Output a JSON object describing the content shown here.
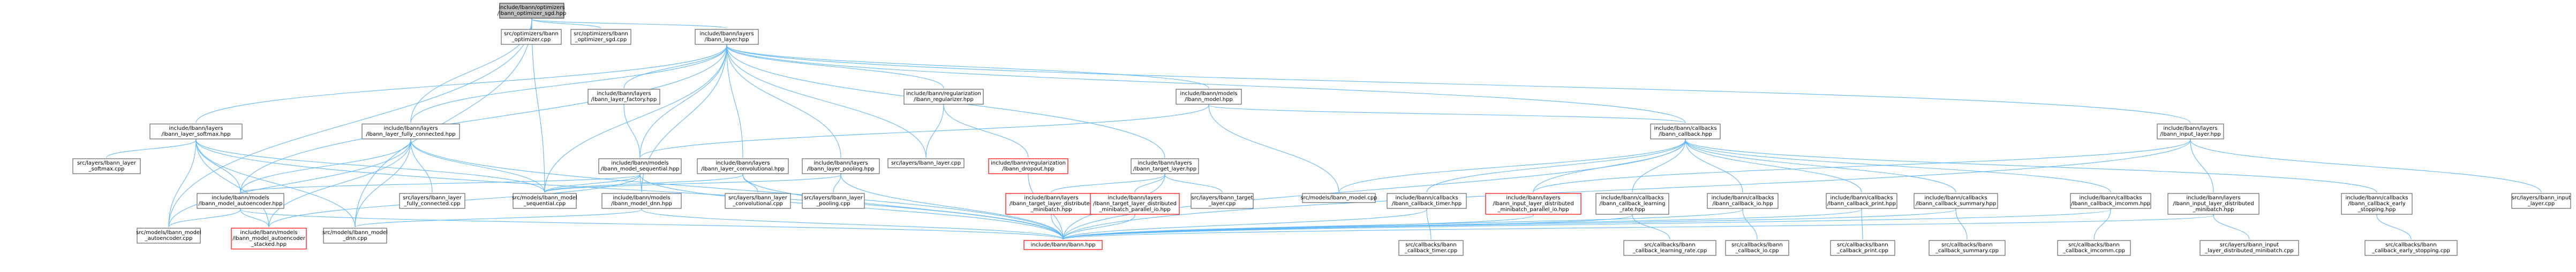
{
  "graph": {
    "colors": {
      "node_border": "#666666",
      "node_fill": "#ffffff",
      "root_fill": "#bfbfbf",
      "root_border": "#404040",
      "missing_border": "#ff0000",
      "edge_color": "#63b8ff",
      "edge_dark": "#191970",
      "arrow_color": "#63b8ff"
    },
    "nodes": [
      {
        "id": "root",
        "lines": [
          "include/lbann/optimizers",
          "/lbann_optimizer_sgd.hpp"
        ],
        "kind": "root"
      },
      {
        "id": "opt_cpp",
        "lines": [
          "src/optimizers/lbann",
          "_optimizer.cpp"
        ],
        "kind": "normal"
      },
      {
        "id": "sgd_cpp",
        "lines": [
          "src/optimizers/lbann",
          "_optimizer_sgd.cpp"
        ],
        "kind": "normal"
      },
      {
        "id": "layer_hpp",
        "lines": [
          "include/lbann/layers",
          "/lbann_layer.hpp"
        ],
        "kind": "normal"
      },
      {
        "id": "softmax_hpp",
        "lines": [
          "include/lbann/layers",
          "/lbann_layer_softmax.hpp"
        ],
        "kind": "normal"
      },
      {
        "id": "fc_hpp",
        "lines": [
          "include/lbann/layers",
          "/lbann_layer_fully_connected.hpp"
        ],
        "kind": "normal"
      },
      {
        "id": "factory_hpp",
        "lines": [
          "include/lbann/layers",
          "/lbann_layer_factory.hpp"
        ],
        "kind": "normal"
      },
      {
        "id": "regularizer_hpp",
        "lines": [
          "include/lbann/regularization",
          "/lbann_regularizer.hpp"
        ],
        "kind": "normal"
      },
      {
        "id": "model_hpp",
        "lines": [
          "include/lbann/models",
          "/lbann_model.hpp"
        ],
        "kind": "normal"
      },
      {
        "id": "callback_hpp",
        "lines": [
          "include/lbann/callbacks",
          "/lbann_callback.hpp"
        ],
        "kind": "normal"
      },
      {
        "id": "input_layer_hpp",
        "lines": [
          "include/lbann/layers",
          "/lbann_input_layer.hpp"
        ],
        "kind": "normal"
      },
      {
        "id": "softmax_cpp",
        "lines": [
          "src/layers/lbann_layer",
          "_softmax.cpp"
        ],
        "kind": "normal"
      },
      {
        "id": "model_seq_hpp",
        "lines": [
          "include/lbann/models",
          "/lbann_model_sequential.hpp"
        ],
        "kind": "normal"
      },
      {
        "id": "conv_hpp",
        "lines": [
          "include/lbann/layers",
          "/lbann_layer_convolutional.hpp"
        ],
        "kind": "normal"
      },
      {
        "id": "pooling_hpp",
        "lines": [
          "include/lbann/layers",
          "/lbann_layer_pooling.hpp"
        ],
        "kind": "normal"
      },
      {
        "id": "layer_cpp",
        "lines": [
          "src/layers/lbann_layer.cpp"
        ],
        "kind": "normal"
      },
      {
        "id": "dropout_hpp",
        "lines": [
          "include/lbann/regularization",
          "/lbann_dropout.hpp"
        ],
        "kind": "missing"
      },
      {
        "id": "target_layer_hpp",
        "lines": [
          "include/lbann/layers",
          "/lbann_target_layer.hpp"
        ],
        "kind": "normal"
      },
      {
        "id": "fc_cpp",
        "lines": [
          "src/layers/lbann_layer",
          "_fully_connected.cpp"
        ],
        "kind": "normal"
      },
      {
        "id": "model_seq_cpp",
        "lines": [
          "src/models/lbann_model",
          "_sequential.cpp"
        ],
        "kind": "normal"
      },
      {
        "id": "conv_cpp",
        "lines": [
          "src/layers/lbann_layer",
          "_convolutional.cpp"
        ],
        "kind": "normal"
      },
      {
        "id": "pooling_cpp",
        "lines": [
          "src/layers/lbann_layer",
          "_pooling.cpp"
        ],
        "kind": "normal"
      },
      {
        "id": "target_dist_hpp",
        "lines": [
          "include/lbann/layers",
          "/lbann_target_layer_distributed",
          "_minibatch.hpp"
        ],
        "kind": "missing"
      },
      {
        "id": "target_par_hpp",
        "lines": [
          "include/lbann/layers",
          "/lbann_target_layer_distributed",
          "_minibatch_parallel_io.hpp"
        ],
        "kind": "missing"
      },
      {
        "id": "target_cpp",
        "lines": [
          "src/layers/lbann_target",
          "_layer.cpp"
        ],
        "kind": "normal"
      },
      {
        "id": "model_cpp",
        "lines": [
          "src/models/lbann_model.cpp"
        ],
        "kind": "normal"
      },
      {
        "id": "autoenc_hpp",
        "lines": [
          "include/lbann/models",
          "/lbann_model_autoencoder.hpp"
        ],
        "kind": "normal"
      },
      {
        "id": "dnn_hpp",
        "lines": [
          "include/lbann/models",
          "/lbann_model_dnn.hpp"
        ],
        "kind": "normal"
      },
      {
        "id": "autoenc_cpp",
        "lines": [
          "src/models/lbann_model",
          "_autoencoder.cpp"
        ],
        "kind": "normal"
      },
      {
        "id": "stacked_hpp",
        "lines": [
          "include/lbann/models",
          "/lbann_model_autoencoder",
          "_stacked.hpp"
        ],
        "kind": "missing"
      },
      {
        "id": "dnn_cpp",
        "lines": [
          "src/models/lbann_model",
          "_dnn.cpp"
        ],
        "kind": "normal"
      },
      {
        "id": "lbann_hpp",
        "lines": [
          "include/lbann/lbann.hpp"
        ],
        "kind": "missing"
      },
      {
        "id": "cb_timer_hpp",
        "lines": [
          "include/lbann/callbacks",
          "/lbann_callback_timer.hpp"
        ],
        "kind": "normal"
      },
      {
        "id": "input_dist_par_hpp",
        "lines": [
          "include/lbann/layers",
          "/lbann_input_layer_distributed",
          "_minibatch_parallel_io.hpp"
        ],
        "kind": "missing"
      },
      {
        "id": "cb_lr_hpp",
        "lines": [
          "include/lbann/callbacks",
          "/lbann_callback_learning",
          "_rate.hpp"
        ],
        "kind": "normal"
      },
      {
        "id": "cb_io_hpp",
        "lines": [
          "include/lbann/callbacks",
          "/lbann_callback_io.hpp"
        ],
        "kind": "normal"
      },
      {
        "id": "cb_print_hpp",
        "lines": [
          "include/lbann/callbacks",
          "/lbann_callback_print.hpp"
        ],
        "kind": "normal"
      },
      {
        "id": "cb_summary_hpp",
        "lines": [
          "include/lbann/callbacks",
          "/lbann_callback_summary.hpp"
        ],
        "kind": "normal"
      },
      {
        "id": "cb_imcomm_hpp",
        "lines": [
          "include/lbann/callbacks",
          "/lbann_callback_imcomm.hpp"
        ],
        "kind": "normal"
      },
      {
        "id": "input_dist_hpp",
        "lines": [
          "include/lbann/layers",
          "/lbann_input_layer_distributed",
          "_minibatch.hpp"
        ],
        "kind": "normal"
      },
      {
        "id": "cb_early_hpp",
        "lines": [
          "include/lbann/callbacks",
          "/lbann_callback_early",
          "_stopping.hpp"
        ],
        "kind": "normal"
      },
      {
        "id": "input_cpp",
        "lines": [
          "src/layers/lbann_input",
          "_layer.cpp"
        ],
        "kind": "normal"
      },
      {
        "id": "cb_timer_cpp",
        "lines": [
          "src/callbacks/lbann",
          "_callback_timer.cpp"
        ],
        "kind": "normal"
      },
      {
        "id": "cb_lr_cpp",
        "lines": [
          "src/callbacks/lbann",
          "_callback_learning_rate.cpp"
        ],
        "kind": "normal"
      },
      {
        "id": "cb_io_cpp",
        "lines": [
          "src/callbacks/lbann",
          "_callback_io.cpp"
        ],
        "kind": "normal"
      },
      {
        "id": "cb_print_cpp",
        "lines": [
          "src/callbacks/lbann",
          "_callback_print.cpp"
        ],
        "kind": "normal"
      },
      {
        "id": "cb_summary_cpp",
        "lines": [
          "src/callbacks/lbann",
          "_callback_summary.cpp"
        ],
        "kind": "normal"
      },
      {
        "id": "cb_imcomm_cpp",
        "lines": [
          "src/callbacks/lbann",
          "_callback_imcomm.cpp"
        ],
        "kind": "normal"
      },
      {
        "id": "input_dist_cpp",
        "lines": [
          "src/layers/lbann_input",
          "_layer_distributed_minibatch.cpp"
        ],
        "kind": "normal"
      },
      {
        "id": "cb_early_cpp",
        "lines": [
          "src/callbacks/lbann",
          "_callback_early_stopping.cpp"
        ],
        "kind": "normal"
      }
    ],
    "edges": [
      [
        "root",
        "opt_cpp"
      ],
      [
        "root",
        "sgd_cpp"
      ],
      [
        "root",
        "layer_hpp"
      ],
      [
        "root",
        "model_seq_cpp"
      ],
      [
        "root",
        "autoenc_cpp"
      ],
      [
        "root",
        "dnn_cpp"
      ],
      [
        "root",
        "fc_hpp"
      ],
      [
        "layer_hpp",
        "softmax_hpp"
      ],
      [
        "layer_hpp",
        "fc_hpp"
      ],
      [
        "layer_hpp",
        "factory_hpp"
      ],
      [
        "layer_hpp",
        "regularizer_hpp"
      ],
      [
        "layer_hpp",
        "model_hpp"
      ],
      [
        "layer_hpp",
        "callback_hpp"
      ],
      [
        "layer_hpp",
        "input_layer_hpp"
      ],
      [
        "layer_hpp",
        "model_seq_hpp"
      ],
      [
        "layer_hpp",
        "conv_hpp"
      ],
      [
        "layer_hpp",
        "pooling_hpp"
      ],
      [
        "layer_hpp",
        "layer_cpp"
      ],
      [
        "layer_hpp",
        "target_layer_hpp"
      ],
      [
        "layer_hpp",
        "autoenc_hpp"
      ],
      [
        "layer_hpp",
        "dnn_hpp"
      ],
      [
        "layer_hpp",
        "model_seq_cpp"
      ],
      [
        "softmax_hpp",
        "softmax_cpp"
      ],
      [
        "softmax_hpp",
        "autoenc_hpp"
      ],
      [
        "softmax_hpp",
        "autoenc_cpp"
      ],
      [
        "softmax_hpp",
        "stacked_hpp"
      ],
      [
        "softmax_hpp",
        "dnn_cpp"
      ],
      [
        "softmax_hpp",
        "lbann_hpp"
      ],
      [
        "softmax_hpp",
        "model_seq_cpp"
      ],
      [
        "fc_hpp",
        "fc_cpp"
      ],
      [
        "fc_hpp",
        "model_seq_cpp"
      ],
      [
        "fc_hpp",
        "autoenc_hpp"
      ],
      [
        "fc_hpp",
        "autoenc_cpp"
      ],
      [
        "fc_hpp",
        "stacked_hpp"
      ],
      [
        "fc_hpp",
        "dnn_cpp"
      ],
      [
        "fc_hpp",
        "lbann_hpp"
      ],
      [
        "factory_hpp",
        "model_seq_hpp"
      ],
      [
        "regularizer_hpp",
        "layer_cpp"
      ],
      [
        "regularizer_hpp",
        "dropout_hpp"
      ],
      [
        "model_hpp",
        "model_seq_hpp"
      ],
      [
        "model_hpp",
        "model_cpp"
      ],
      [
        "model_hpp",
        "callback_hpp"
      ],
      [
        "model_seq_hpp",
        "model_seq_cpp"
      ],
      [
        "model_seq_hpp",
        "autoenc_hpp"
      ],
      [
        "model_seq_hpp",
        "dnn_hpp"
      ],
      [
        "model_seq_hpp",
        "lbann_hpp"
      ],
      [
        "model_seq_hpp",
        "stacked_hpp"
      ],
      [
        "conv_hpp",
        "conv_cpp"
      ],
      [
        "conv_hpp",
        "lbann_hpp"
      ],
      [
        "conv_hpp",
        "model_seq_cpp"
      ],
      [
        "pooling_hpp",
        "pooling_cpp"
      ],
      [
        "pooling_hpp",
        "lbann_hpp"
      ],
      [
        "pooling_hpp",
        "model_seq_cpp"
      ],
      [
        "dropout_hpp",
        "lbann_hpp"
      ],
      [
        "target_layer_hpp",
        "target_dist_hpp"
      ],
      [
        "target_layer_hpp",
        "target_par_hpp"
      ],
      [
        "target_layer_hpp",
        "target_cpp"
      ],
      [
        "target_layer_hpp",
        "lbann_hpp"
      ],
      [
        "target_dist_hpp",
        "lbann_hpp"
      ],
      [
        "target_par_hpp",
        "lbann_hpp"
      ],
      [
        "autoenc_hpp",
        "autoenc_cpp"
      ],
      [
        "autoenc_hpp",
        "stacked_hpp"
      ],
      [
        "autoenc_hpp",
        "lbann_hpp"
      ],
      [
        "dnn_hpp",
        "dnn_cpp"
      ],
      [
        "dnn_hpp",
        "lbann_hpp"
      ],
      [
        "callback_hpp",
        "cb_timer_hpp"
      ],
      [
        "callback_hpp",
        "input_dist_par_hpp"
      ],
      [
        "callback_hpp",
        "cb_lr_hpp"
      ],
      [
        "callback_hpp",
        "cb_io_hpp"
      ],
      [
        "callback_hpp",
        "cb_print_hpp"
      ],
      [
        "callback_hpp",
        "cb_summary_hpp"
      ],
      [
        "callback_hpp",
        "cb_imcomm_hpp"
      ],
      [
        "callback_hpp",
        "cb_early_hpp"
      ],
      [
        "callback_hpp",
        "model_cpp"
      ],
      [
        "callback_hpp",
        "lbann_hpp"
      ],
      [
        "input_layer_hpp",
        "input_dist_par_hpp"
      ],
      [
        "input_layer_hpp",
        "input_dist_hpp"
      ],
      [
        "input_layer_hpp",
        "input_cpp"
      ],
      [
        "input_layer_hpp",
        "lbann_hpp"
      ],
      [
        "cb_timer_hpp",
        "cb_timer_cpp"
      ],
      [
        "cb_timer_hpp",
        "lbann_hpp"
      ],
      [
        "input_dist_par_hpp",
        "lbann_hpp"
      ],
      [
        "cb_lr_hpp",
        "cb_lr_cpp"
      ],
      [
        "cb_lr_hpp",
        "lbann_hpp"
      ],
      [
        "cb_io_hpp",
        "cb_io_cpp"
      ],
      [
        "cb_io_hpp",
        "lbann_hpp"
      ],
      [
        "cb_print_hpp",
        "cb_print_cpp"
      ],
      [
        "cb_print_hpp",
        "lbann_hpp"
      ],
      [
        "cb_summary_hpp",
        "cb_summary_cpp"
      ],
      [
        "cb_summary_hpp",
        "lbann_hpp"
      ],
      [
        "cb_imcomm_hpp",
        "cb_imcomm_cpp"
      ],
      [
        "cb_imcomm_hpp",
        "lbann_hpp"
      ],
      [
        "input_dist_hpp",
        "input_dist_cpp"
      ],
      [
        "input_dist_hpp",
        "lbann_hpp"
      ],
      [
        "cb_early_hpp",
        "cb_early_cpp"
      ]
    ]
  }
}
